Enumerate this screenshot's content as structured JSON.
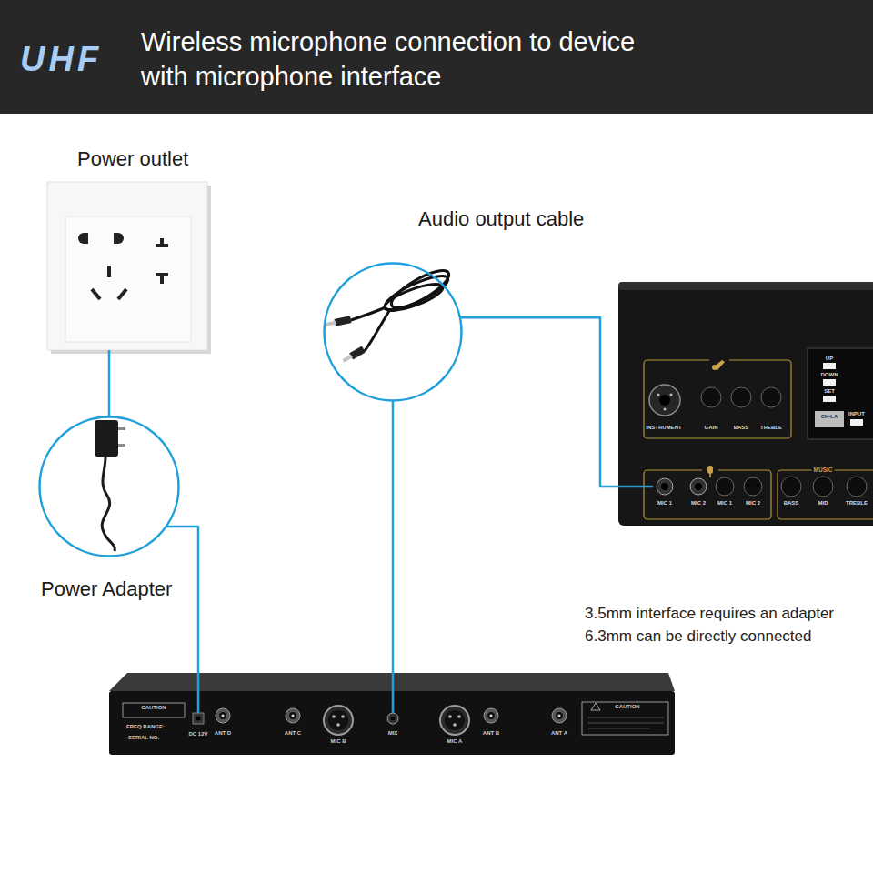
{
  "diagram": {
    "title": "Wireless microphone connection to device with microphone interface",
    "nodes": [
      {
        "text": [
          "Power outlet"
        ]
      },
      {
        "text": [
          "Power Adapter"
        ]
      },
      {
        "text": [
          "Audio output cable"
        ]
      },
      {
        "text": [
          "INSTRUMENT",
          "GAIN",
          "BASS",
          "TREBLE",
          "UP",
          "DOWN",
          "SET",
          "CH-LA",
          "INPUT",
          "MIC 2",
          "MIC 1",
          "MIC 2",
          "MUSIC",
          "BASS",
          "MID",
          "TREBLE"
        ]
      },
      {
        "text": [
          "MIC 1"
        ],
        "in": 3
      },
      {
        "text": [
          "CAUTION",
          "FREQ RANGE:",
          "SERIAL NO.",
          "ANT D",
          "ANT C",
          "MIC B",
          "MIC A",
          "ANT B",
          "ANT A",
          "CAUTION"
        ]
      },
      {
        "text": [
          "DC 12V"
        ],
        "in": 5
      },
      {
        "text": [
          "MIX"
        ],
        "in": 5
      }
    ],
    "edges": [
      {
        "from": 0,
        "to": 1,
        "arrow": "none"
      },
      {
        "from": 1,
        "to": 6,
        "arrow": "none"
      },
      {
        "from": 2,
        "to": 7,
        "arrow": "none"
      },
      {
        "from": 2,
        "to": 4,
        "arrow": "none"
      }
    ],
    "labels": [
      "UHF",
      "3.5mm interface requires an adapter",
      "6.3mm can be directly connected"
    ]
  }
}
